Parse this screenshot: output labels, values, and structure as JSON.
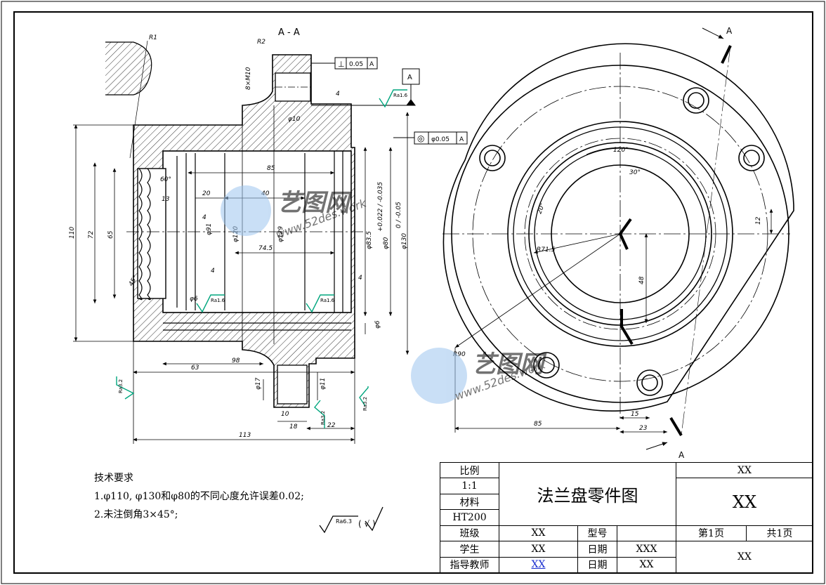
{
  "section_label": "A - A",
  "view_arrow_labels": [
    "A",
    "A"
  ],
  "datum_label": "A",
  "gdt": {
    "perpendicularity": {
      "symbol": "⊥",
      "tolerance": "0.05",
      "datum": "A"
    },
    "concentricity": {
      "symbol": "◎",
      "tolerance": "φ0.05",
      "datum": "A"
    }
  },
  "roughness_labels": [
    "Ra1.6",
    "Ra1.6",
    "Ra1.6",
    "Ra3.2",
    "Ra3.2",
    "Ra3.2",
    "Ra6.3"
  ],
  "radius_labels": {
    "r1": "R1",
    "r2": "R2",
    "r90": "R90",
    "r71": "R71.5"
  },
  "section_dims": {
    "d110": "110",
    "d72": "72",
    "d65": "65",
    "d85": "85",
    "d40": "40",
    "d20": "20",
    "d13": "13",
    "d4a": "4",
    "d4b": "4",
    "d4c": "4",
    "d4d": "4",
    "a60": "60°",
    "phi91": "φ91",
    "phi120": "φ120",
    "phi129": "φ129",
    "phi83": "φ83.5",
    "phi80": "φ80",
    "phi80_tol": "+0.022 / -0.035",
    "phi130": "φ130",
    "phi130_tol": "0 / -0.05",
    "phi6a": "φ6",
    "phi6b": "φ6",
    "phi10": "φ10",
    "m10": "8×M10",
    "d745": "74.5",
    "d63": "63",
    "d98": "98",
    "d113": "113",
    "phi17": "φ17",
    "phi11": "φ11",
    "d10": "10",
    "d18": "18",
    "d22": "22",
    "d45": "45°"
  },
  "front_dims": {
    "a120": "120°",
    "a30": "30°",
    "a20": "20°",
    "d12": "12",
    "d48": "48",
    "d85": "85",
    "d15": "15",
    "d23": "23"
  },
  "watermark": {
    "brand": "艺图网",
    "url": "www.52des.work"
  },
  "tech_requirements": {
    "title": "技术要求",
    "items": [
      "1.φ110, φ130和φ80的不同心度允许误差0.02;",
      "2.未注倒角3×45°;"
    ]
  },
  "general_roughness": {
    "label": "Ra6.3",
    "note": "( √ )"
  },
  "title_block": {
    "scale_label": "比例",
    "scale_value": "1:1",
    "material_label": "材料",
    "material_value": "HT200",
    "drawing_title": "法兰盘零件图",
    "code_small": "XX",
    "code_big": "XX",
    "class_label": "班级",
    "class_value": "XX",
    "model_label": "型号",
    "model_value": "",
    "sheet_label": "第1页",
    "total_label": "共1页",
    "student_label": "学生",
    "student_value": "XX",
    "date_label_1": "日期",
    "date_value_1": "XXX",
    "teacher_label": "指导教师",
    "teacher_value": "XX",
    "date_label_2": "日期",
    "date_value_2": "XX",
    "org_value": "XX"
  },
  "colors": {
    "line": "#000000",
    "roughness": "#00a67e",
    "watermark": "#3a7ed8"
  }
}
